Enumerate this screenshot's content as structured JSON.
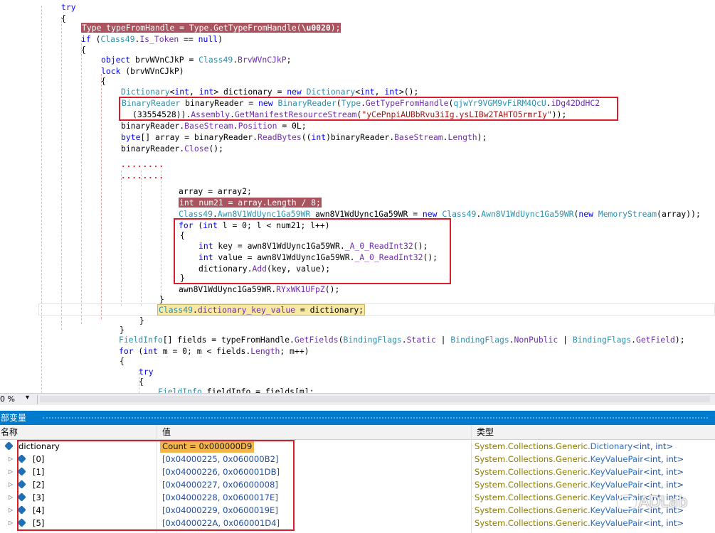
{
  "code": {
    "l1": "try",
    "l2": "{",
    "l3a": "Type typeFromHandle = Type.GetTypeFromHandle(",
    "l3b": "\\u0020",
    "l3c": ");",
    "l4": [
      "if",
      " (",
      "Class49",
      ".",
      "Is_Token",
      " == ",
      "null",
      ")"
    ],
    "l5": "{",
    "l6": [
      "object",
      " brvWVnCJkP = ",
      "Class49",
      ".",
      "BrvWVnCJkP",
      ";"
    ],
    "l7": [
      "lock",
      " (brvWVnCJkP)"
    ],
    "l8": "{",
    "l9": [
      "Dictionary",
      "<",
      "int",
      ", ",
      "int",
      "> dictionary = ",
      "new",
      " ",
      "Dictionary",
      "<",
      "int",
      ", ",
      "int",
      ">();"
    ],
    "l10": [
      "BinaryReader",
      " binaryReader = ",
      "new",
      " ",
      "BinaryReader",
      "(",
      "Type",
      ".",
      "GetTypeFromHandle",
      "(",
      "qjwYr9VGM9vFiRM4QcU",
      ".",
      "iDg42DdHC2"
    ],
    "l11": [
      "(33554528)).",
      "Assembly",
      ".",
      "GetManifestResourceStream",
      "(",
      "\"yCePnpiAUBbRvu3iIg.ysLIBw2TAHTO5rmrIy\"",
      "));"
    ],
    "l12": [
      "binaryReader.",
      "BaseStream",
      ".",
      "Position",
      " = 0L;"
    ],
    "l13": [
      "byte",
      "[] array = binaryReader.",
      "ReadBytes",
      "((",
      "int",
      ")binaryReader.",
      "BaseStream",
      ".",
      "Length",
      ");"
    ],
    "l14": [
      "binaryReader.",
      "Close",
      "();"
    ],
    "dots1": "........",
    "dots2": "........",
    "l15": "array = array2;",
    "l16": "int num21 = array.Length / 8;",
    "l17": [
      "Class49",
      ".",
      "Awn8V1WdUync1Ga59WR",
      " awn8V1WdUync1Ga59WR = ",
      "new",
      " ",
      "Class49",
      ".",
      "Awn8V1WdUync1Ga59WR",
      "(",
      "new",
      " ",
      "MemoryStream",
      "(array));"
    ],
    "l18": [
      "for",
      " (",
      "int",
      " l = 0; l < num21; l++)"
    ],
    "l19": "{",
    "l20": [
      "int",
      " key = awn8V1WdUync1Ga59WR.",
      "_A_0_ReadInt32",
      "();"
    ],
    "l21": [
      "int",
      " value = awn8V1WdUync1Ga59WR.",
      "_A_0_ReadInt32",
      "();"
    ],
    "l22": [
      "dictionary.",
      "Add",
      "(key, value);"
    ],
    "l23": "}",
    "l24": [
      "awn8V1WdUync1Ga59WR.",
      "RYxWK1UFpZ",
      "();"
    ],
    "l25": "}",
    "l26a": "Class49",
    "l26b": ".",
    "l26c": "dictionary_key_value",
    "l26d": " = dictionary;",
    "l27": "}",
    "l28": "}",
    "l29": [
      "FieldInfo",
      "[] fields = typeFromHandle.",
      "GetFields",
      "(",
      "BindingFlags",
      ".",
      "Static",
      " | ",
      "BindingFlags",
      ".",
      "NonPublic",
      " | ",
      "BindingFlags",
      ".",
      "GetField",
      ");"
    ],
    "l30": [
      "for",
      " (",
      "int",
      " m = 0; m < fields.",
      "Length",
      "; m++)"
    ],
    "l31": "{",
    "l32": "try",
    "l33": "{",
    "l34": [
      "FieldInfo",
      " fieldInfo = fields[m];"
    ]
  },
  "zoombar": {
    "zoom": "0 %",
    "dropdown": "▾"
  },
  "locals": {
    "title": "部变量",
    "headers": {
      "name": "名称",
      "value": "值",
      "type": "类型"
    },
    "root": {
      "name": "dictionary",
      "value": "Count = 0x000000D9",
      "type_ns": "System.Collections.Generic.",
      "type_name": "Dictionary",
      "type_args": "<int, int>"
    },
    "rows": [
      {
        "name": "[0]",
        "value": "[0x04000225, 0x060000B2]",
        "type_ns": "System.Collections.Generic.",
        "type_name": "KeyValuePair",
        "type_args": "<int, int>"
      },
      {
        "name": "[1]",
        "value": "[0x04000226, 0x060001DB]",
        "type_ns": "System.Collections.Generic.",
        "type_name": "KeyValuePair",
        "type_args": "<int, int>"
      },
      {
        "name": "[2]",
        "value": "[0x04000227, 0x06000008]",
        "type_ns": "System.Collections.Generic.",
        "type_name": "KeyValuePair",
        "type_args": "<int, int>"
      },
      {
        "name": "[3]",
        "value": "[0x04000228, 0x0600017E]",
        "type_ns": "System.Collections.Generic.",
        "type_name": "KeyValuePair",
        "type_args": "<int, int>"
      },
      {
        "name": "[4]",
        "value": "[0x04000229, 0x0600019E]",
        "type_ns": "System.Collections.Generic.",
        "type_name": "KeyValuePair",
        "type_args": "<int, int>"
      },
      {
        "name": "[5]",
        "value": "[0x0400022A, 0x060001D4]",
        "type_ns": "System.Collections.Generic.",
        "type_name": "KeyValuePair",
        "type_args": "<int, int>"
      }
    ]
  },
  "watermark": "ADLab",
  "colors": {
    "accent": "#007acc",
    "highlight_red": "#a9545f",
    "box_red": "#d81e2c",
    "count_highlight": "#f2b64a"
  }
}
